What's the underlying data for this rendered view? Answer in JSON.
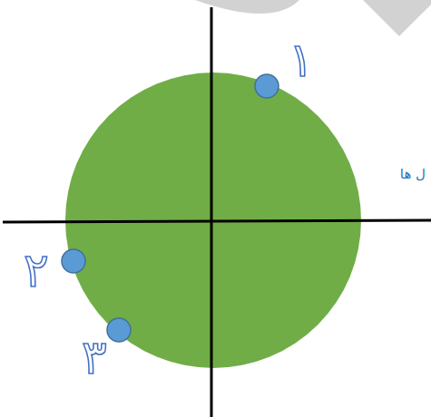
{
  "diagram": {
    "labels": [
      "۱",
      "۲",
      "۳",
      "ل ها"
    ]
  }
}
